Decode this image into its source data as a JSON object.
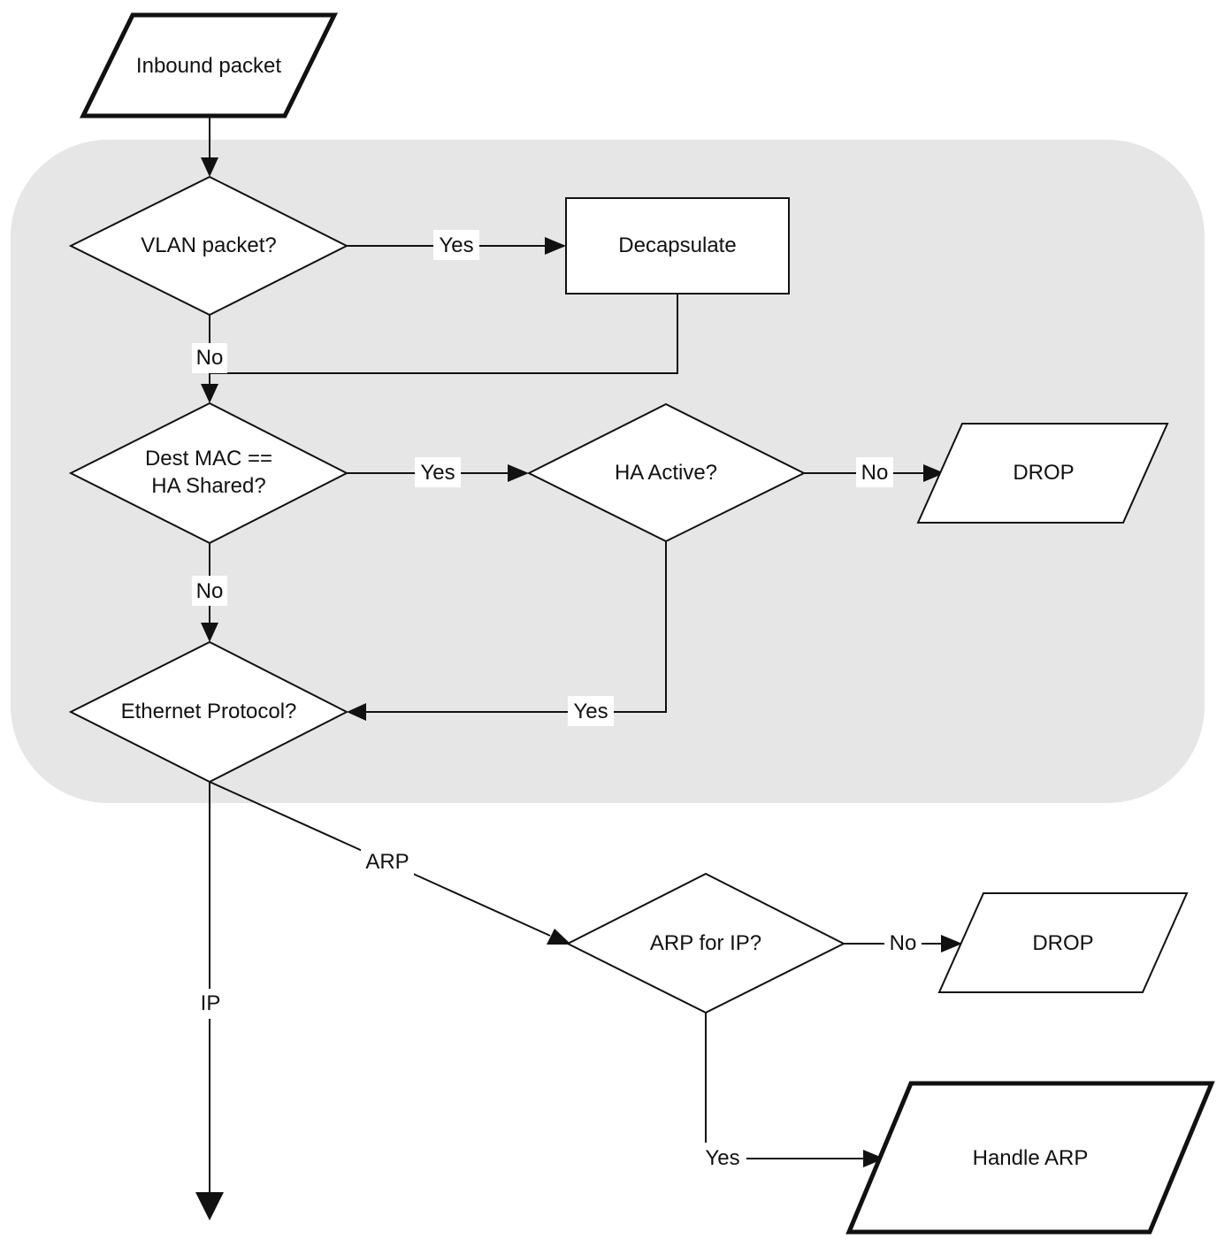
{
  "nodes": {
    "inbound": "Inbound packet",
    "vlan": "VLAN packet?",
    "decapsulate": "Decapsulate",
    "dest_mac_line1": "Dest MAC ==",
    "dest_mac_line2": "HA Shared?",
    "ha_active": "HA Active?",
    "drop_ha": "DROP",
    "ethernet": "Ethernet Protocol?",
    "arp_for_ip": "ARP for IP?",
    "drop_arp": "DROP",
    "handle_arp": "Handle ARP"
  },
  "edges": {
    "vlan_yes": "Yes",
    "vlan_no": "No",
    "dest_yes": "Yes",
    "dest_no": "No",
    "ha_no": "No",
    "ha_yes": "Yes",
    "eth_arp": "ARP",
    "eth_ip": "IP",
    "arp_no": "No",
    "arp_yes": "Yes"
  },
  "colors": {
    "region_fill": "#e6e6e6",
    "stroke": "#111111"
  }
}
